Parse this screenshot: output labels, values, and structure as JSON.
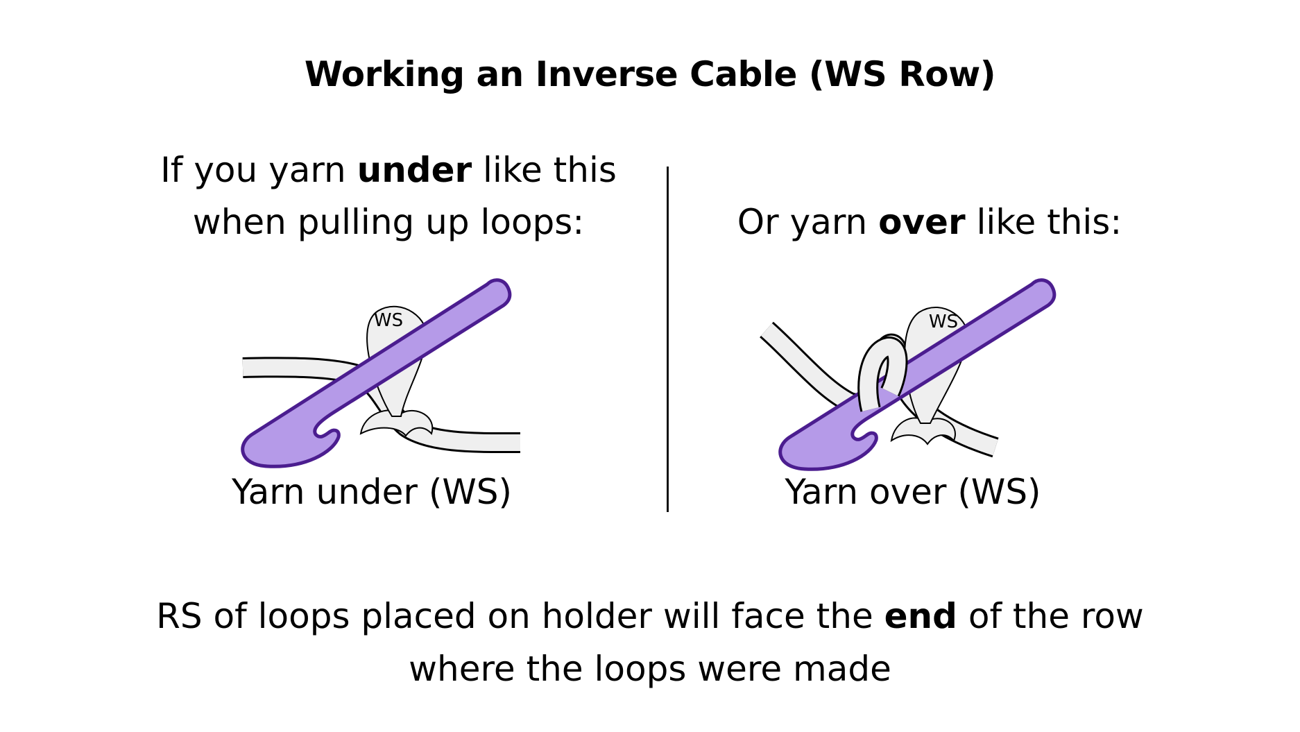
{
  "title": "Working an Inverse Cable (WS Row)",
  "left_panel": {
    "heading_line1_pre": "If you yarn ",
    "heading_line1_bold": "under",
    "heading_line1_post": " like this",
    "heading_line2": "when pulling up loops:",
    "loop_label": "WS",
    "caption": "Yarn under (WS)"
  },
  "right_panel": {
    "heading_pre": "Or yarn ",
    "heading_bold": "over",
    "heading_post": " like this:",
    "loop_label": "WS",
    "caption": "Yarn over (WS)"
  },
  "footer": {
    "line1_pre": "RS of loops placed on holder will face the ",
    "line1_bold": "end",
    "line1_post": " of the row",
    "line2": "where the loops were made"
  },
  "colors": {
    "hook_fill": "#b59ae8",
    "hook_stroke": "#4b1d8f",
    "yarn_fill": "#efefef",
    "outline": "#000000"
  }
}
